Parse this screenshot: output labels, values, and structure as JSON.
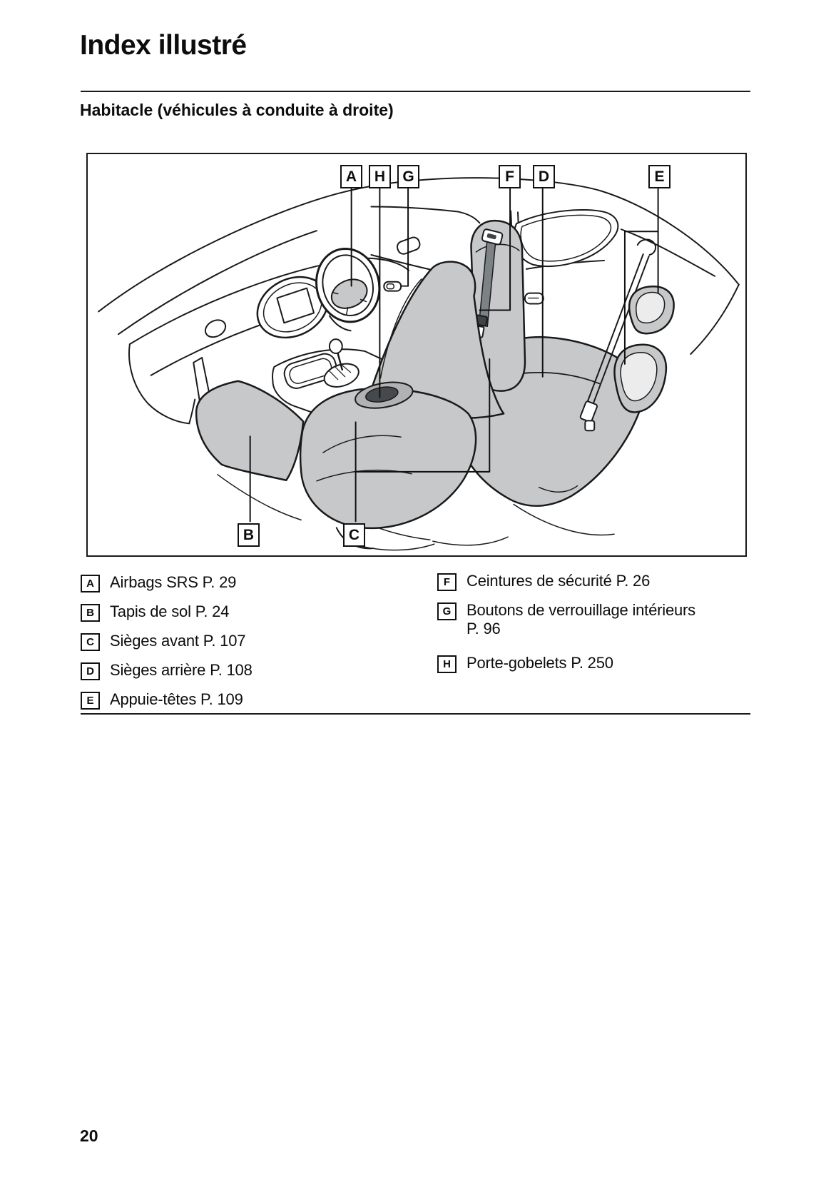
{
  "page": {
    "title": "Index illustré",
    "section_heading": "Habitacle (véhicules à conduite à droite)",
    "page_number": "20"
  },
  "figure": {
    "description": "car-interior-cutaway-right-hand-drive",
    "callouts": [
      {
        "letter": "A"
      },
      {
        "letter": "H"
      },
      {
        "letter": "G"
      },
      {
        "letter": "F"
      },
      {
        "letter": "D"
      },
      {
        "letter": "E"
      },
      {
        "letter": "B"
      },
      {
        "letter": "C"
      }
    ]
  },
  "legend": {
    "left": [
      {
        "letter": "A",
        "text": "Airbags SRS P. 29"
      },
      {
        "letter": "B",
        "text": "Tapis de sol P. 24"
      },
      {
        "letter": "C",
        "text": "Sièges avant P. 107"
      },
      {
        "letter": "D",
        "text": "Sièges arrière P. 108"
      },
      {
        "letter": "E",
        "text": "Appuie-têtes P. 109"
      }
    ],
    "right": [
      {
        "letter": "F",
        "text": "Ceintures de sécurité P. 26"
      },
      {
        "letter": "G",
        "text": "Boutons de verrouillage intérieurs",
        "text2": "P. 96"
      },
      {
        "letter": "H",
        "text": "Porte-gobelets P. 250"
      }
    ]
  },
  "colors": {
    "ink": "#1a1a1a",
    "seat_gray": "#c6c8ca",
    "belt_gray": "#7d8285"
  }
}
